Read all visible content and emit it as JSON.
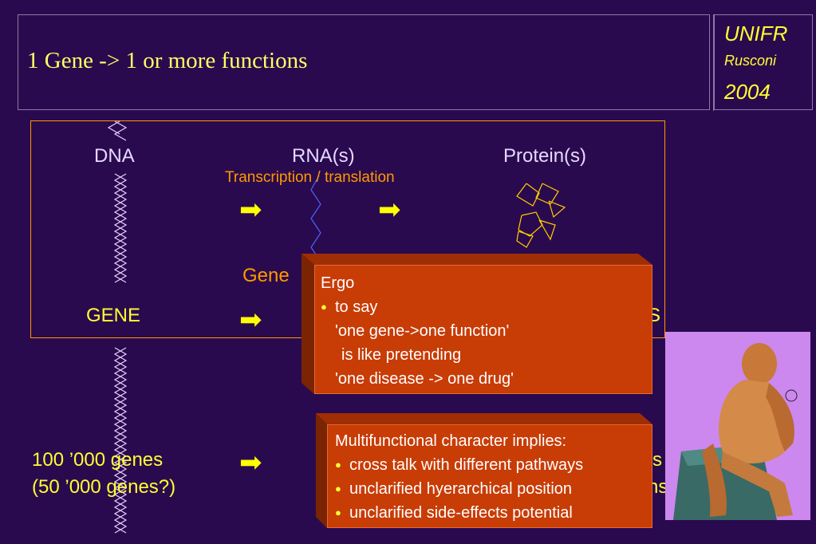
{
  "header": {
    "title": "1 Gene -> 1 or more functions",
    "logo_line1": "UNIFR",
    "logo_line2": "Rusconi",
    "logo_line3": "2004"
  },
  "diagram": {
    "dna_label": "DNA",
    "rna_label": "RNA(s)",
    "protein_label": "Protein(s)",
    "process_label": "Transcription / translation",
    "partial_label": "Gene",
    "gene_label": "GENE",
    "partial_right": "S"
  },
  "bottom": {
    "genes_line1": "100 ’000 genes",
    "genes_line2": "(50 ’000 genes?)",
    "partial_right1": "s",
    "partial_right2": "ns"
  },
  "popup1": {
    "heading": "Ergo",
    "bullet": "●",
    "line1": "to say",
    "line2": "'one gene->one function'",
    "line3": "is like pretending",
    "line4": "'one disease -> one drug'"
  },
  "popup2": {
    "heading": "Multifunctional character implies:",
    "bullet": "●",
    "items": [
      "cross talk with different pathways",
      "unclarified hyerarchical position",
      "unclarified side-effects potential"
    ]
  },
  "colors": {
    "background": "#2a0a4e",
    "title": "#ffff66",
    "accent_orange": "#ff9900",
    "popup": "#c83c06",
    "image_bg": "#cc88ee"
  },
  "icons": [
    "dna-helix-icon",
    "rna-strand-icon",
    "protein-fold-icon",
    "right-arrow-icon",
    "thinker-statue-image"
  ]
}
